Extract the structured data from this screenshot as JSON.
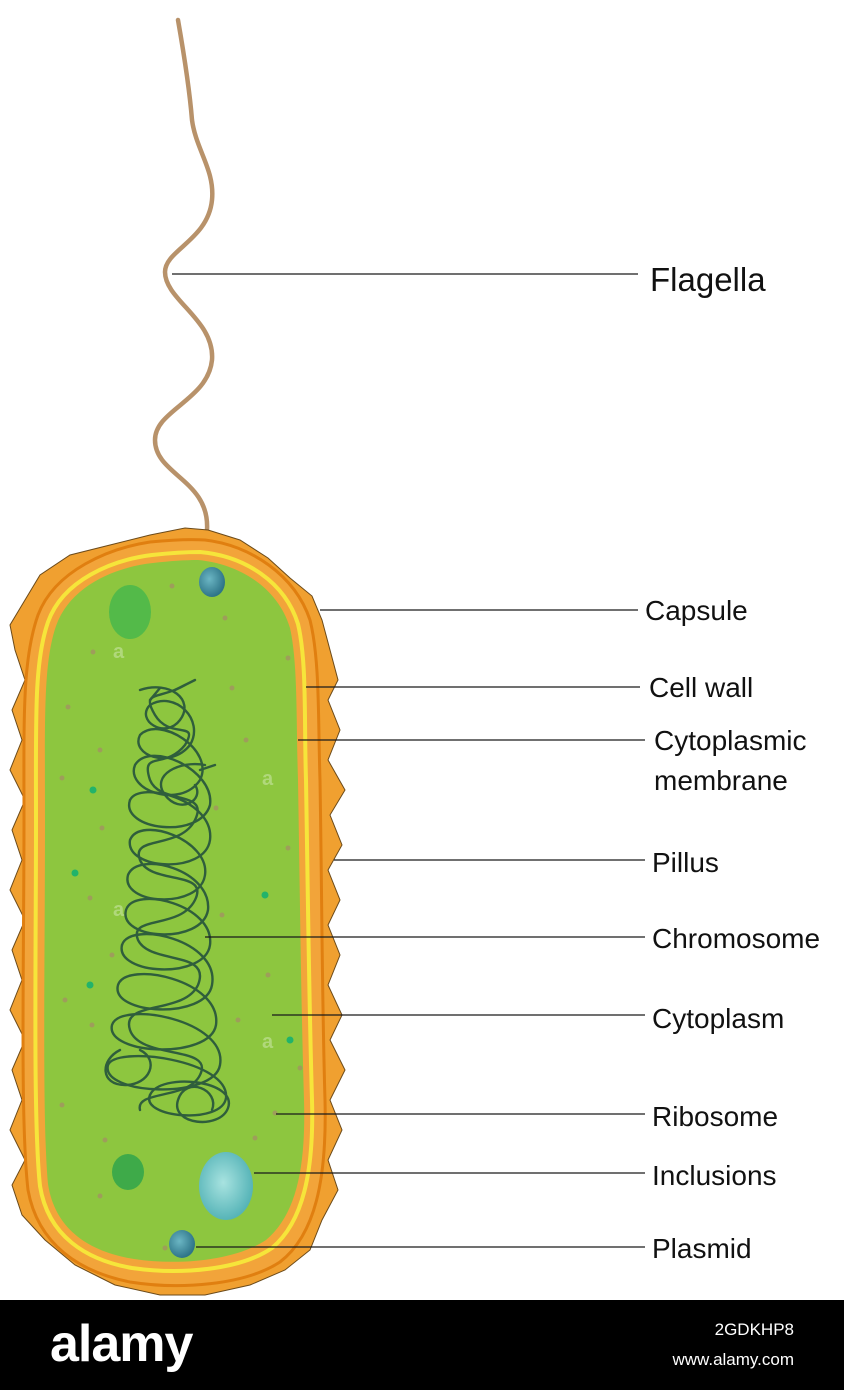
{
  "labels": {
    "flagella": "Flagella",
    "capsule": "Capsule",
    "cell_wall": "Cell wall",
    "cytoplasmic_membrane_line1": "Cytoplasmic",
    "cytoplasmic_membrane_line2": "membrane",
    "pillus": "Pillus",
    "chromosome": "Chromosome",
    "cytoplasm": "Cytoplasm",
    "ribosome": "Ribosome",
    "inclusions": "Inclusions",
    "plasmid": "Plasmid"
  },
  "colors": {
    "capsule": "#f0a030",
    "capsule_edge": "#e07f10",
    "cell_wall": "#f6e53a",
    "cytoplasm": "#8dc63f",
    "chromosome": "#2f5e3c",
    "flagella": "#b8926a",
    "inclusion_green": "#4cb84a",
    "inclusion_blue": "#6cc2c2",
    "plasmid": "#3f8fa0",
    "ribosome": "#a39462"
  },
  "footer": {
    "logo": "alamy",
    "image_id": "2GDKHP8",
    "site": "www.alamy.com"
  }
}
